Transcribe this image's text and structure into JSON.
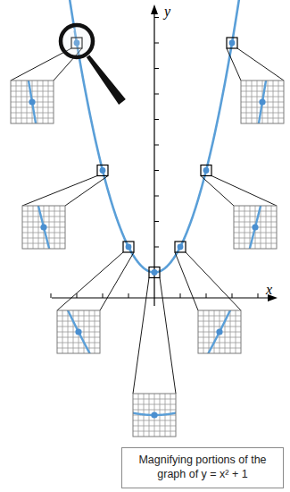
{
  "diagram": {
    "nodes": [
      {
        "text": [
          "Magnifying portions of the graph of y = x² + 1"
        ]
      }
    ],
    "labels": [
      "y",
      "x"
    ]
  }
}
